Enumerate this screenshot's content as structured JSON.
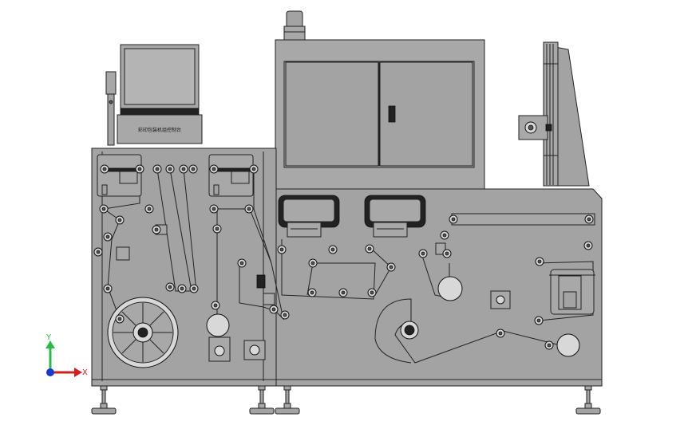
{
  "panel_label": "彩印包装机组控制台",
  "triad": {
    "y_label": "Y",
    "x_label": "X",
    "y_color": "#2db84a",
    "x_color": "#d02020",
    "z_color": "#1a3acb"
  }
}
